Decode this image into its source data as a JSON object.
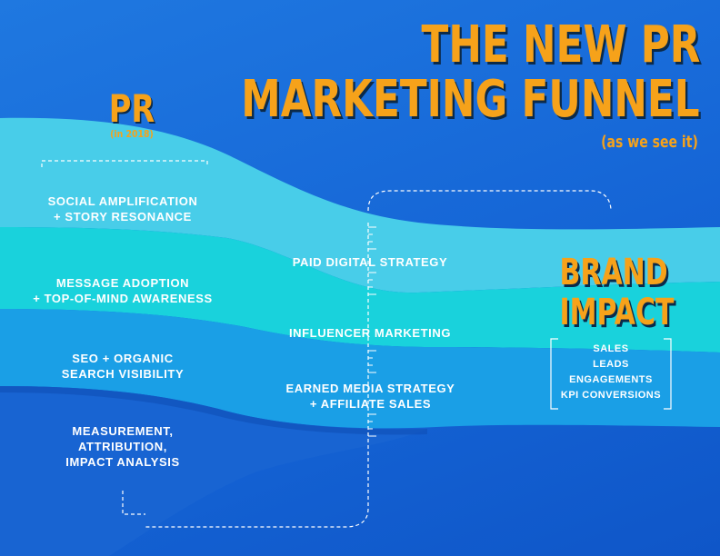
{
  "title": {
    "line1": "THE NEW PR",
    "line2": "MARKETING FUNNEL",
    "subtitle": "(as we see it)"
  },
  "pr": {
    "label": "PR",
    "year": "(in 2018)"
  },
  "left_labels": [
    {
      "line1": "SOCIAL AMPLIFICATION",
      "line2": "+ STORY RESONANCE"
    },
    {
      "line1": "MESSAGE ADOPTION",
      "line2": "+ TOP-OF-MIND AWARENESS"
    },
    {
      "line1": "SEO + ORGANIC",
      "line2": "SEARCH VISIBILITY"
    },
    {
      "line1": "MEASUREMENT,",
      "line2": "ATTRIBUTION,",
      "line3": "IMPACT ANALYSIS"
    }
  ],
  "middle_labels": [
    {
      "line1": "PAID DIGITAL STRATEGY"
    },
    {
      "line1": "INFLUENCER MARKETING"
    },
    {
      "line1": "EARNED MEDIA STRATEGY",
      "line2": "+ AFFILIATE SALES"
    }
  ],
  "brand": {
    "line1": "BRAND",
    "line2": "IMPACT",
    "items": [
      "SALES",
      "LEADS",
      "ENGAGEMENTS",
      "KPI CONVERSIONS"
    ]
  },
  "colors": {
    "background": "#1a6ddb",
    "band_light_blue": "#4fd3ea",
    "band_aqua": "#17d0dc",
    "band_mid_blue": "#1a9ee6",
    "band_deep": "#1459c4",
    "accent_orange": "#f6a21a"
  }
}
